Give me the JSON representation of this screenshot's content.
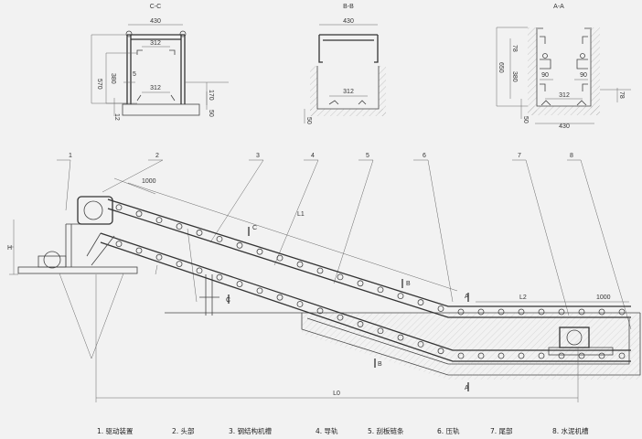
{
  "sections": {
    "cc": {
      "title": "C-C",
      "d430": "430",
      "d312a": "312",
      "d312b": "312",
      "d570": "570",
      "d380": "380",
      "d5": "5",
      "d12": "12",
      "d50": "50",
      "d170": "170"
    },
    "bb": {
      "title": "B-B",
      "d430": "430",
      "d312": "312",
      "d50": "50"
    },
    "aa": {
      "title": "A-A",
      "d650": "650",
      "d78a": "78",
      "d380": "380",
      "d90a": "90",
      "d90b": "90",
      "d312": "312",
      "d78b": "78",
      "d50": "50",
      "d430": "430"
    }
  },
  "main": {
    "callouts": [
      "1",
      "2",
      "3",
      "4",
      "5",
      "6",
      "7",
      "8"
    ],
    "dims": {
      "head_len": "1000",
      "tail_len": "1000",
      "L1": "L1",
      "L2": "L2",
      "L0": "L0",
      "H": "H"
    },
    "section_marks": {
      "A": "A",
      "B": "B",
      "C": "C"
    }
  },
  "legend": [
    "1. 驱动装置",
    "2. 头部",
    "3. 钢结构机槽",
    "4. 导轨",
    "5. 刮板链条",
    "6. 压轨",
    "7. 尾部",
    "8. 水泥机槽"
  ]
}
